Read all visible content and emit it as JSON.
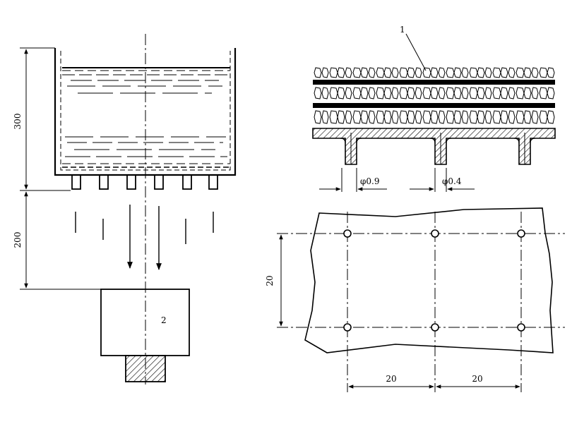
{
  "diagram": {
    "left_view": {
      "height_label_top": "300",
      "height_label_bottom": "200",
      "part_label": "2"
    },
    "section_view": {
      "callout_label": "1",
      "dim_outer_diameter": "φ0.9",
      "dim_inner_diameter": "φ0.4"
    },
    "plan_view": {
      "row_spacing_label": "20",
      "col_spacing_label_left": "20",
      "col_spacing_label_right": "20"
    }
  }
}
